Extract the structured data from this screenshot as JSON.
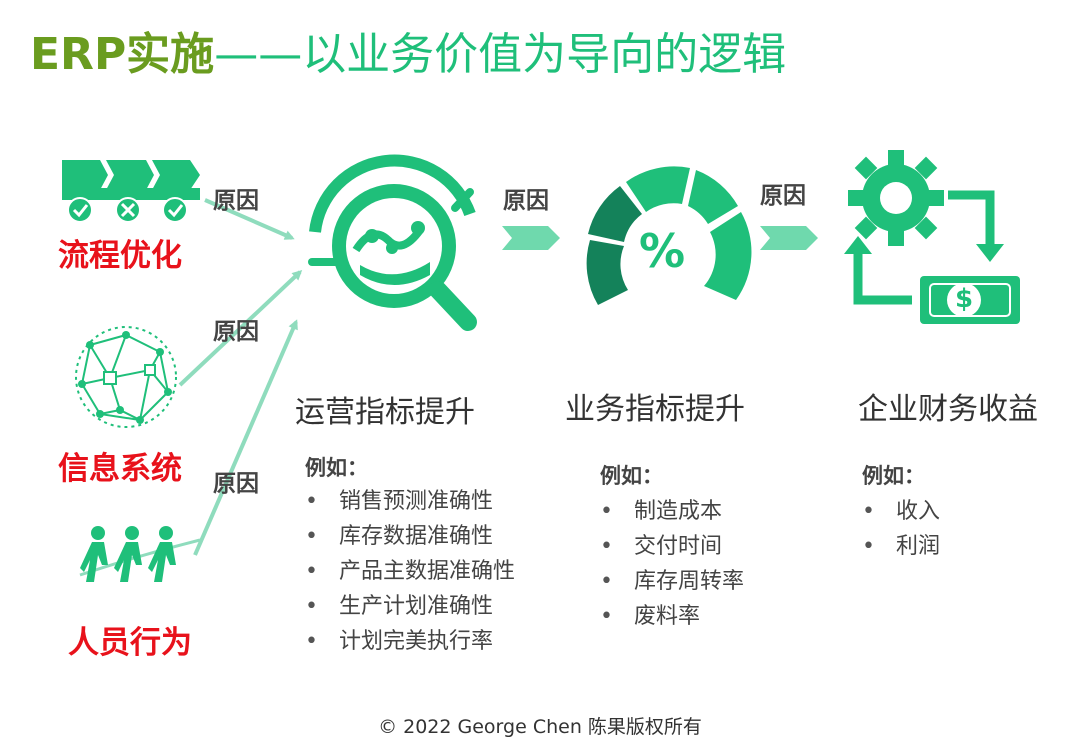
{
  "title": {
    "part1": "ERP实施",
    "part2": "——以业务价值为导向的逻辑"
  },
  "sources": [
    {
      "label": "流程优化",
      "icon": "truck-process-icon"
    },
    {
      "label": "信息系统",
      "icon": "network-globe-icon"
    },
    {
      "label": "人员行为",
      "icon": "people-pulling-icon"
    }
  ],
  "cause_label": "原因",
  "stages": [
    {
      "heading": "运营指标提升",
      "example_title": "例如：",
      "items": [
        "销售预测准确性",
        "库存数据准确性",
        "产品主数据准确性",
        "生产计划准确性",
        "计划完美执行率"
      ]
    },
    {
      "heading": "业务指标提升",
      "example_title": "例如：",
      "items": [
        "制造成本",
        "交付时间",
        "库存周转率",
        "废料率"
      ]
    },
    {
      "heading": "企业财务收益",
      "example_title": "例如：",
      "items": [
        "收入",
        "利润"
      ]
    }
  ],
  "bullet_char": "•",
  "gauge_symbol": "%",
  "dollar_symbol": "$",
  "footer": "© 2022 George Chen 陈果版权所有",
  "colors": {
    "green": "#1fbf7a",
    "dark_green": "#14825a",
    "light_green": "#8fdcbd",
    "olive": "#6a9c1f",
    "red": "#e8121b"
  }
}
